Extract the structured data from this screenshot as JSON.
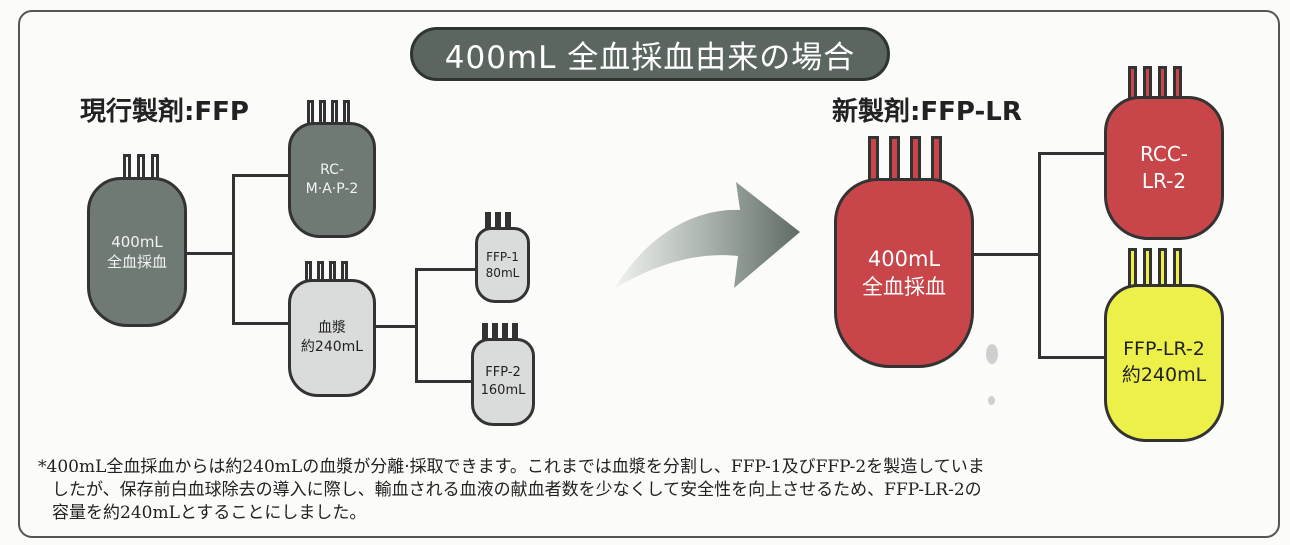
{
  "title": "400mL 全血採血由来の場合",
  "current": {
    "label": "現行製剤:FFP",
    "whole_blood": "400mL\n全血採血",
    "rc_map": "RC-\nM·A·P-2",
    "plasma": "血漿\n約240mL",
    "ffp1": "FFP-1\n80mL",
    "ffp2": "FFP-2\n160mL"
  },
  "new": {
    "label": "新製剤:FFP-LR",
    "whole_blood": "400mL\n全血採血",
    "rcc": "RCC-\nLR-2",
    "ffp_lr": "FFP-LR-2\n約240mL"
  },
  "note": {
    "line1": "*400mL全血採血からは約240mLの血漿が分離·採取できます。これまでは血漿を分割し、FFP-1及びFFP-2を製造していま",
    "line2": "したが、保存前白血球除去の導入に際し、輸血される血液の献血者数を少なくして安全性を向上させるため、FFP-LR-2の",
    "line3": "容量を約240mLとすることにしました。"
  },
  "colors": {
    "grey_bag": "#6f7a74",
    "light_bag": "#d9dcda",
    "red_bag": "#c8454a",
    "yellow_bag": "#eef04a",
    "title_pill": "#5b6660"
  }
}
